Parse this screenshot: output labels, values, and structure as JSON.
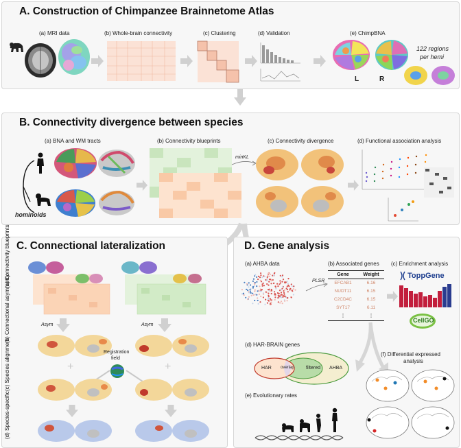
{
  "panelA": {
    "title": "A. Construction of Chimpanzee Brainnetome Atlas",
    "steps": [
      "(a) MRI data",
      "(b) Whole-brain connectivity",
      "(c) Clustering",
      "(d) Validation",
      "(e) ChimpBNA"
    ],
    "regions_line1": "122 regions",
    "regions_line2": "per hemi",
    "left": "L",
    "right": "R"
  },
  "panelB": {
    "title": "B. Connectivity divergence between species",
    "steps": [
      "(a) BNA and WM tracts",
      "(b) Connectivity blueprints",
      "(c) Connectivity divergence",
      "(d) Functional association analysis"
    ],
    "hominoids": "hominoids",
    "minkl": "minKL"
  },
  "panelC": {
    "title": "C. Connectional lateralization",
    "rows": [
      "(a) Connectivity blueprints",
      "(b) Connectional asymmetry",
      "(c) Species alignment",
      "(d) Species-specific"
    ],
    "asym": "Asym",
    "registration_line1": "Registration",
    "registration_line2": "field"
  },
  "panelD": {
    "title": "D. Gene analysis",
    "steps": [
      "(a) AHBA data",
      "(b) Associated genes",
      "(c) Enrichment analysis"
    ],
    "plsr": "PLSR",
    "table": {
      "headers": [
        "Gene",
        "Weight"
      ],
      "rows": [
        [
          "EFCAB1",
          "6.16"
        ],
        [
          "NUDT11",
          "6.15"
        ],
        [
          "C2CD4C",
          "6.15"
        ],
        [
          "SYT17",
          "6.11"
        ],
        [
          "⁞",
          "⁞"
        ]
      ]
    },
    "toppgene": "ToppGene",
    "cellgo": "CellGO",
    "har_title": "(d) HAR-BRAIN genes",
    "venn": [
      "HAR",
      "overlap",
      "filtered",
      "AHBA"
    ],
    "evo_title": "(e) Evolutionary rates",
    "diff_title_line1": "(f) Differential expressed",
    "diff_title_line2": "analysis"
  },
  "colors": {
    "panel_bg": "#f7f7f7",
    "arrow": "#d0d0d0",
    "orange": "#f6c9a6",
    "green": "#cde8c4",
    "venn_outer": "#f4eed0",
    "venn_green": "#b8dca8"
  }
}
